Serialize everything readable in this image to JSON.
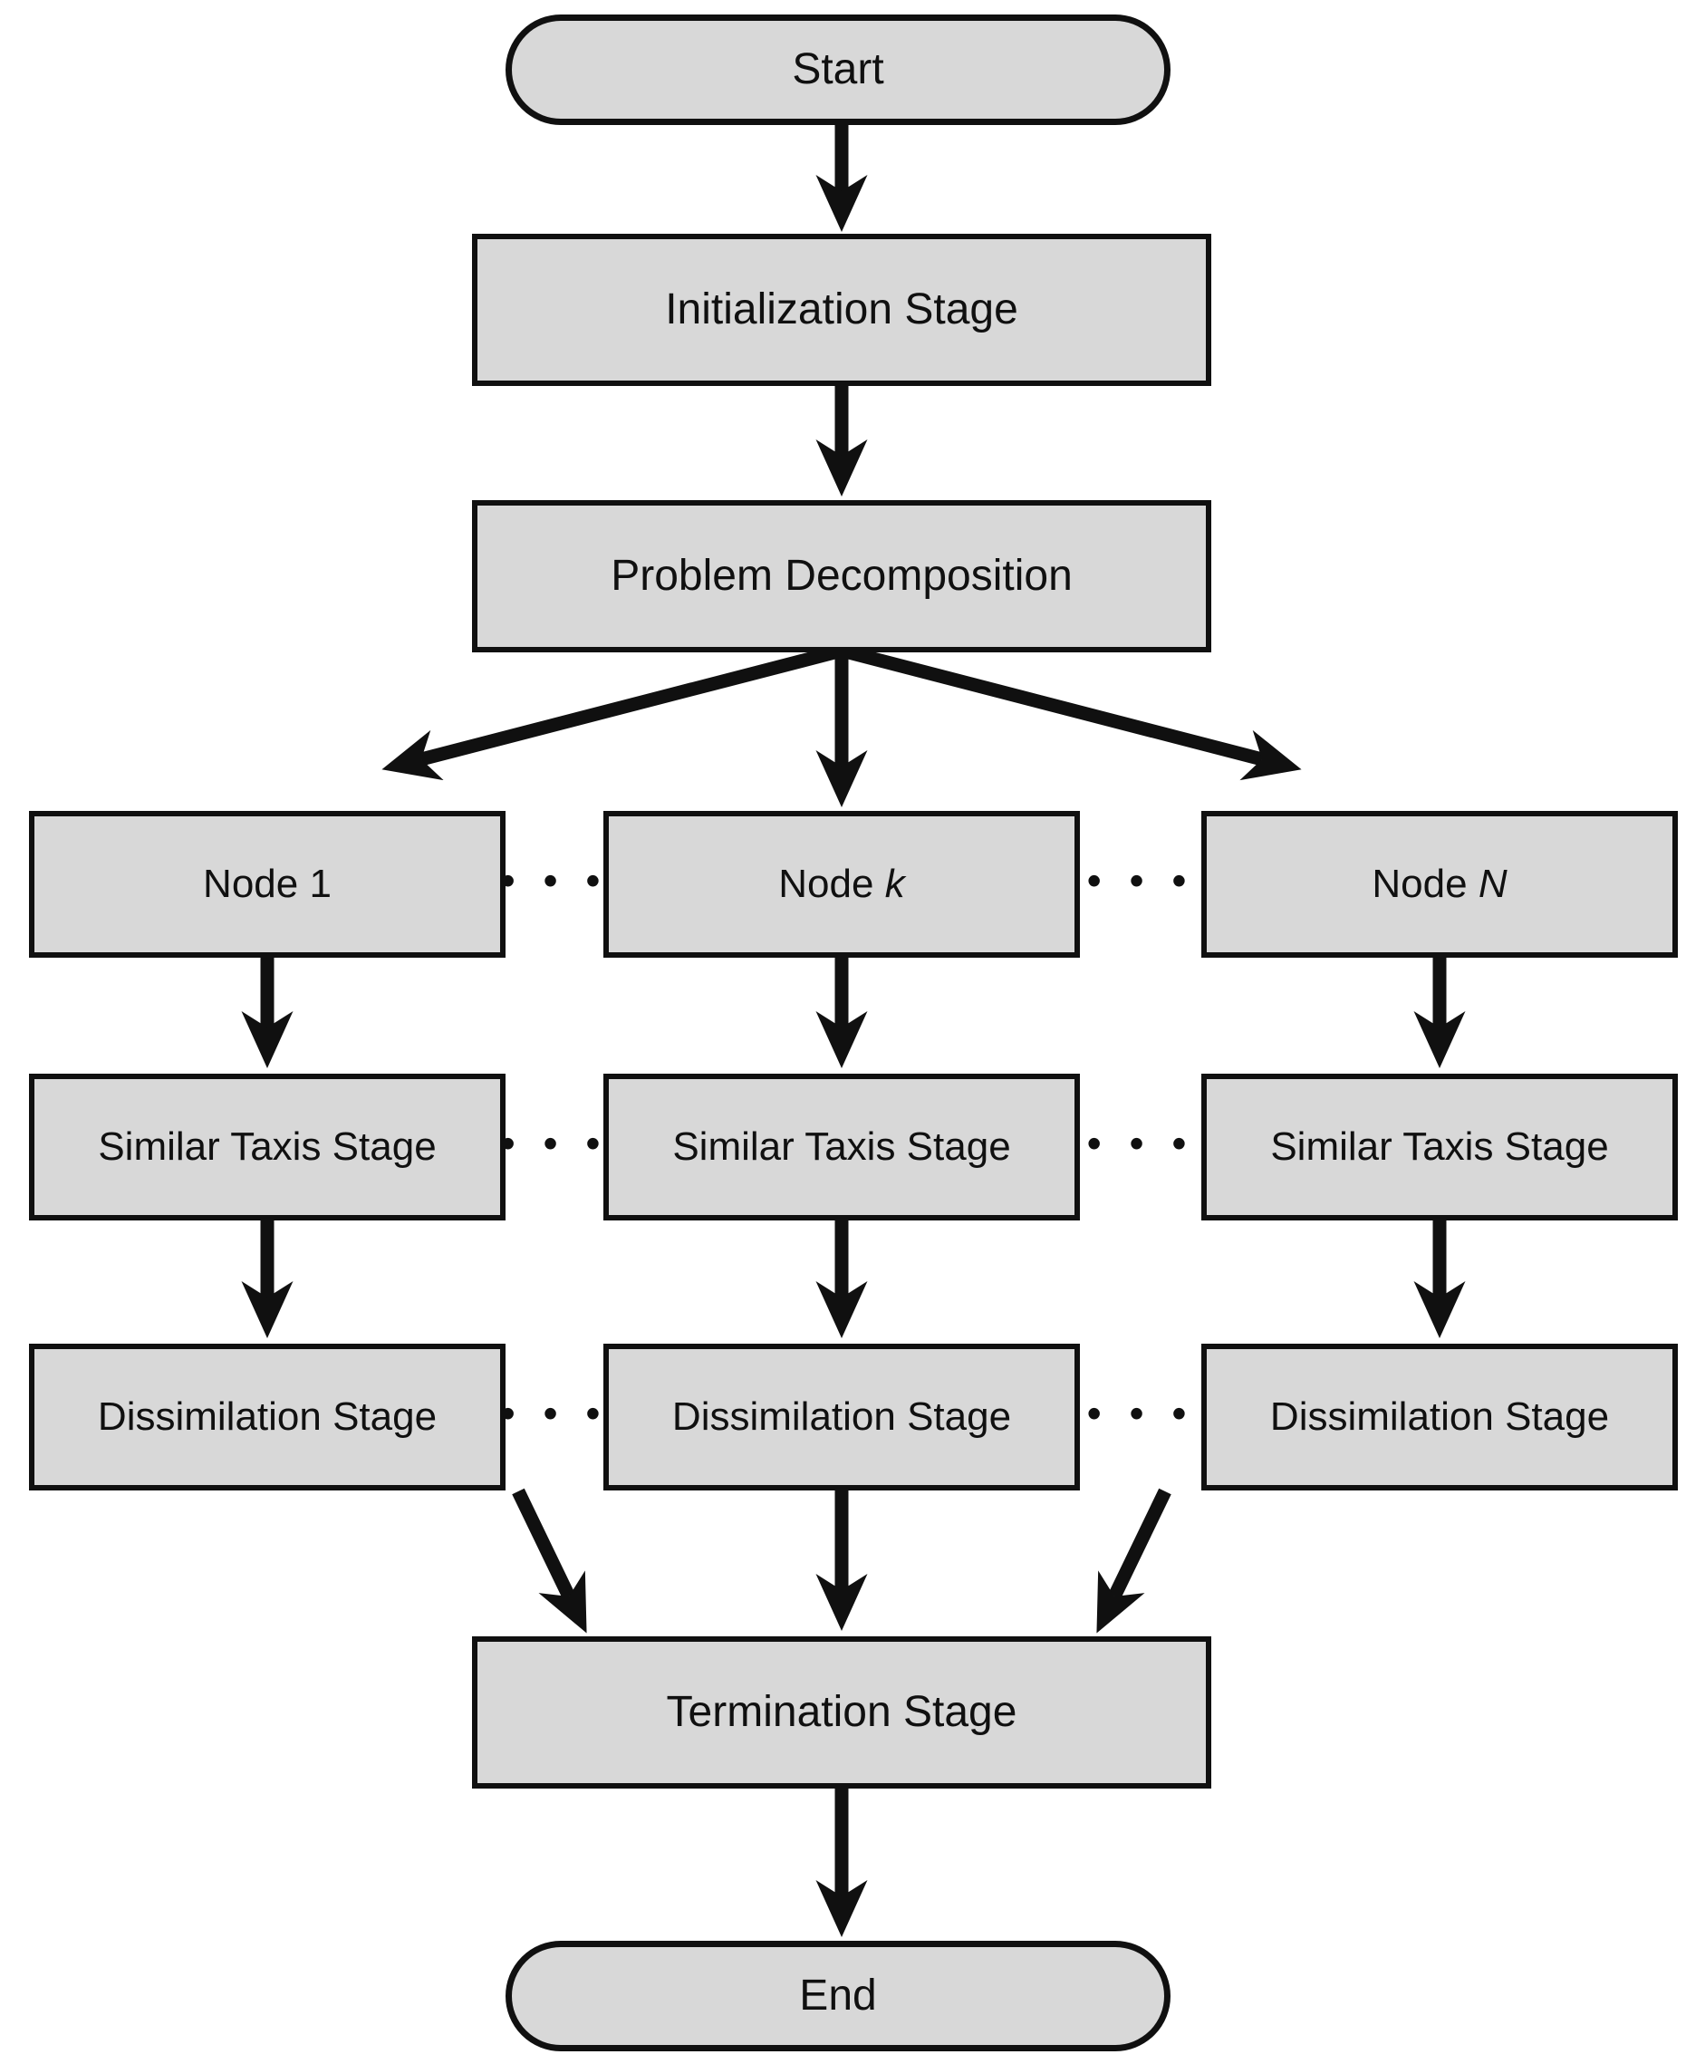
{
  "flow": {
    "nodes": {
      "start": "Start",
      "initialization": "Initialization Stage",
      "problem_decomposition": "Problem Decomposition",
      "termination": "Termination Stage",
      "end": "End"
    },
    "columns": [
      {
        "node_prefix": "Node",
        "node_var": "1",
        "similar": "Similar Taxis Stage",
        "dissimilation": "Dissimilation Stage"
      },
      {
        "node_prefix": "Node",
        "node_var": "k",
        "similar": "Similar Taxis Stage",
        "dissimilation": "Dissimilation Stage"
      },
      {
        "node_prefix": "Node",
        "node_var": "N",
        "similar": "Similar Taxis Stage",
        "dissimilation": "Dissimilation Stage"
      }
    ],
    "ellipsis": "• • •",
    "colors": {
      "box_fill": "#d8d8d8",
      "outline": "#101010",
      "arrow": "#101010",
      "background": "#ffffff"
    }
  }
}
